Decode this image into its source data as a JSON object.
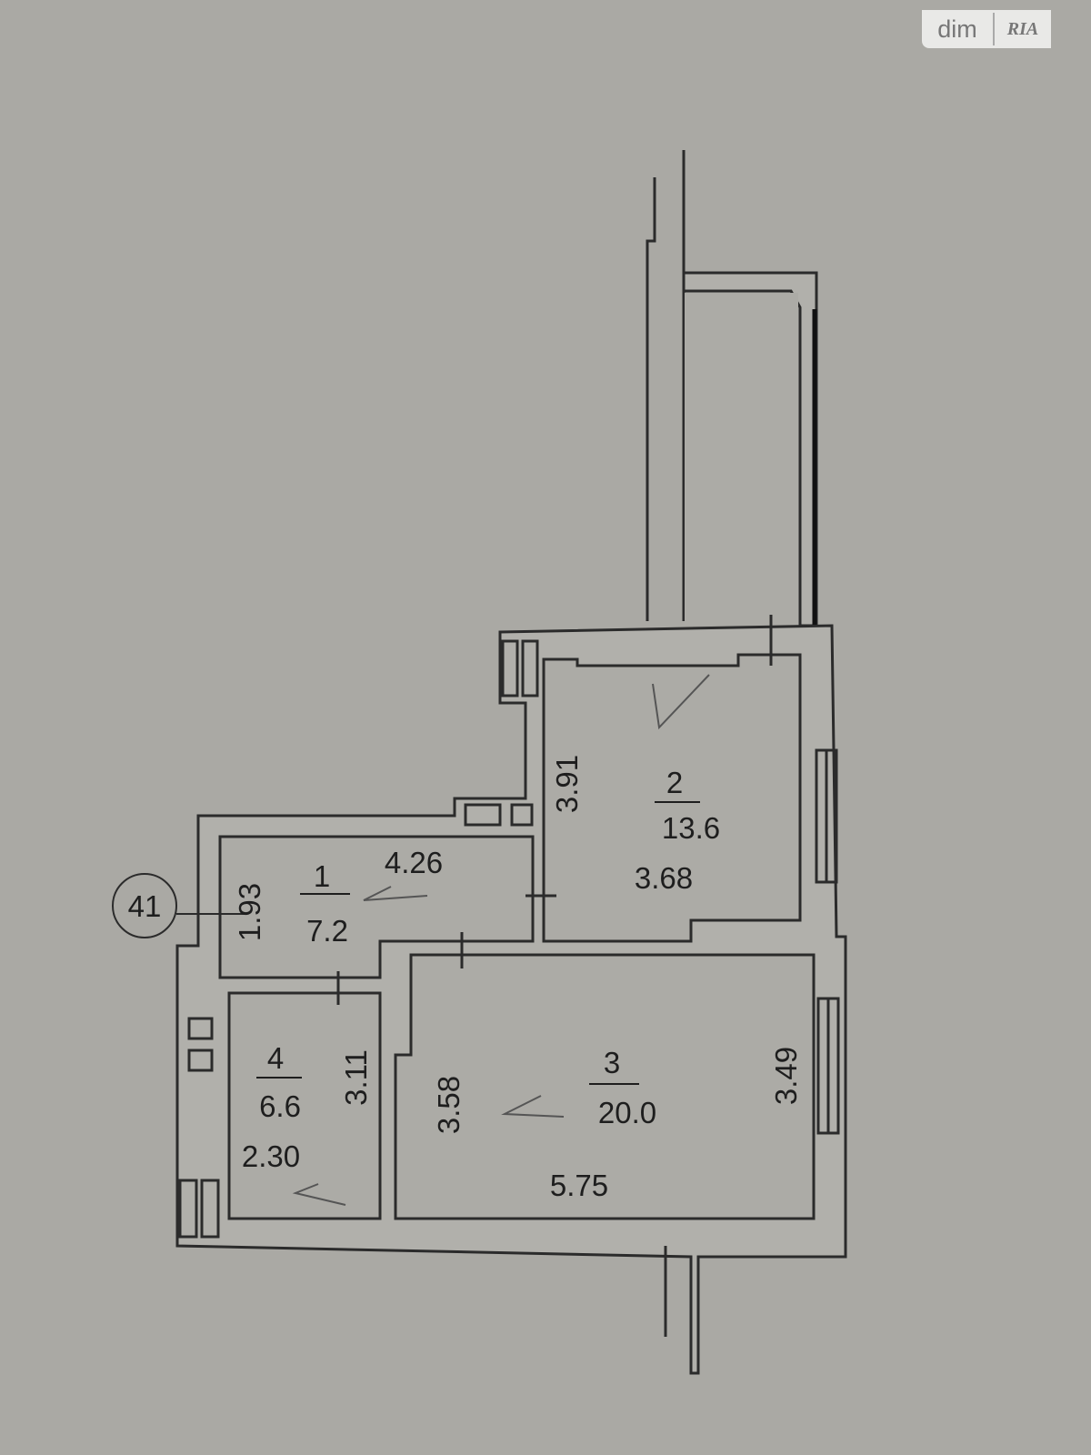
{
  "logo": {
    "left": "dim",
    "right": "RIA"
  },
  "axis_marker": "41",
  "rooms": [
    {
      "number": "1",
      "area": "7.2",
      "dim_a": "4.26",
      "dim_b": "1.93"
    },
    {
      "number": "2",
      "area": "13.6",
      "dim_a": "3.68",
      "dim_b": "3.91"
    },
    {
      "number": "3",
      "area": "20.0",
      "dim_a": "5.75",
      "dim_b": "3.58",
      "dim_c": "3.49"
    },
    {
      "number": "4",
      "area": "6.6",
      "dim_a": "2.30",
      "dim_b": "3.11"
    }
  ]
}
